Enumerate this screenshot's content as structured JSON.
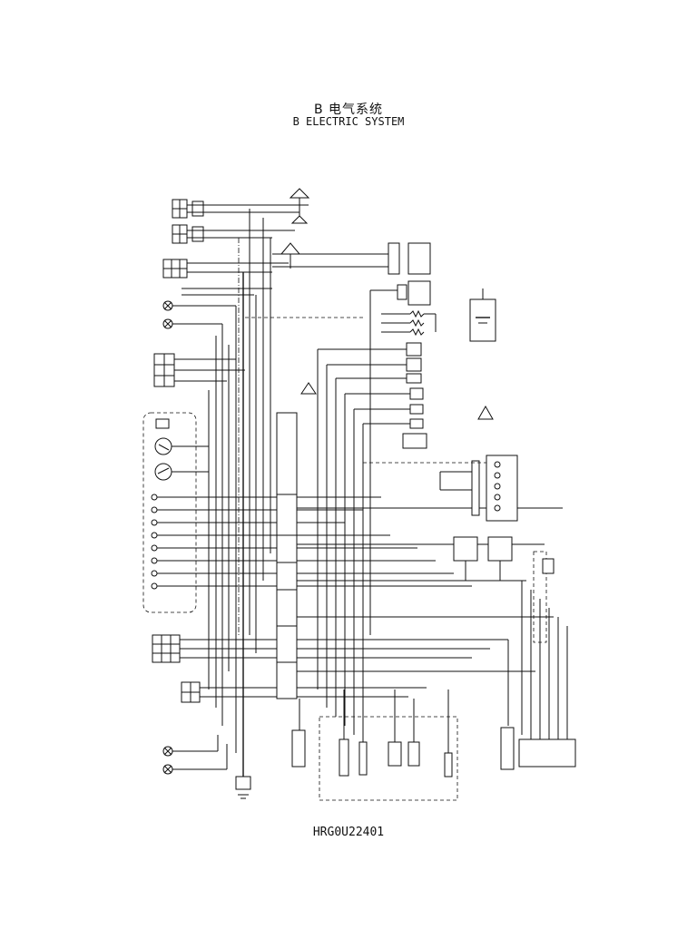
{
  "header": {
    "title_cn": "B  电气系统",
    "title_en": "B ELECTRIC SYSTEM"
  },
  "footer": {
    "drawing_id": "HRG0U22401"
  }
}
